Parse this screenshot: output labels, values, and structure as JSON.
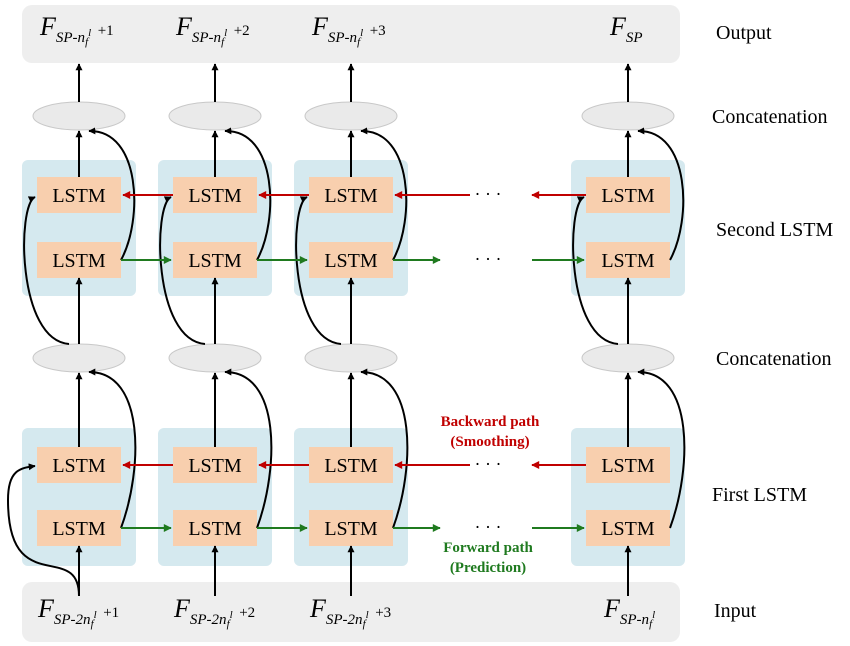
{
  "labels": {
    "output": "Output",
    "concatenation_top": "Concatenation",
    "second_lstm": "Second LSTM",
    "concatenation_mid": "Concatenation",
    "first_lstm": "First LSTM",
    "input": "Input"
  },
  "lstm_label": "LSTM",
  "ellipsis": "· · ·",
  "backward_path": {
    "line1": "Backward path",
    "line2": "(Smoothing)"
  },
  "forward_path": {
    "line1": "Forward path",
    "line2": "(Prediction)"
  },
  "outputs": [
    "+1",
    "+2",
    "+3"
  ],
  "inputs": [
    "+1",
    "+2",
    "+3"
  ],
  "colors": {
    "lstm_fill": "#f8cfae",
    "block_fill": "#d5e9ef",
    "band_fill": "#eeeeee",
    "backward": "#c00000",
    "forward": "#1f7a1f"
  }
}
